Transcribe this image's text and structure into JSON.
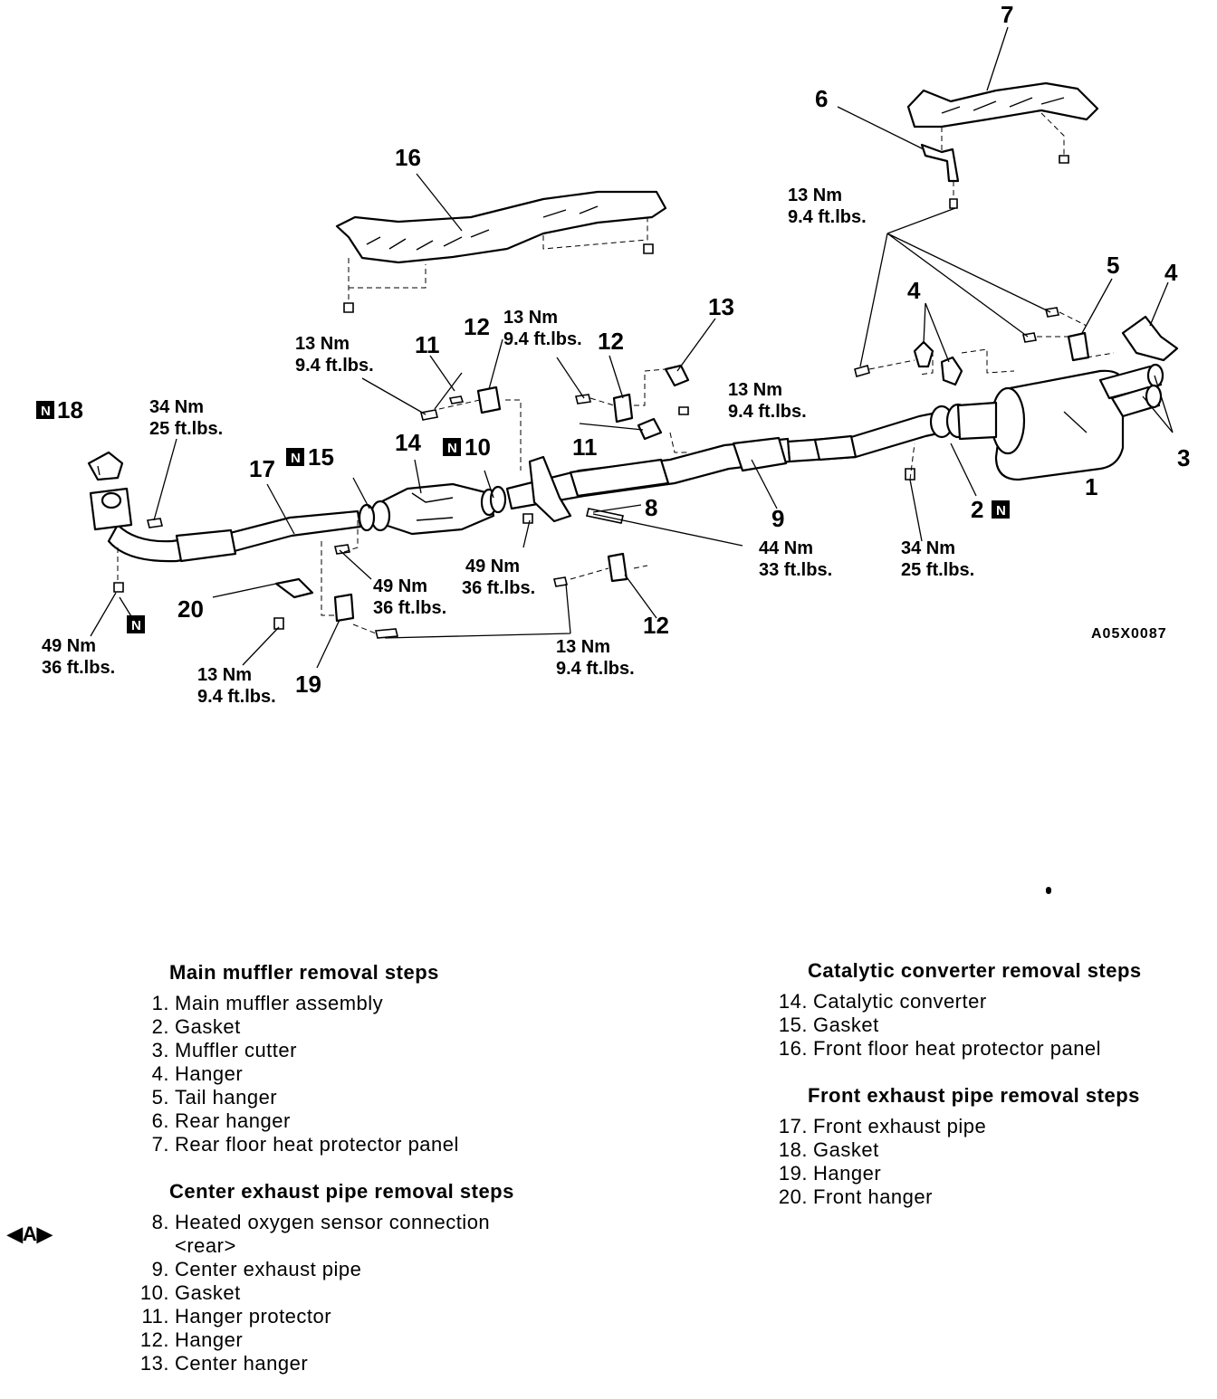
{
  "diagram": {
    "figure_code": "A05X0087",
    "callouts": {
      "c1": "1",
      "c2": "2",
      "c3": "3",
      "c4a": "4",
      "c4b": "4",
      "c5": "5",
      "c6": "6",
      "c7": "7",
      "c8": "8",
      "c9": "9",
      "c10": "10",
      "c11a": "11",
      "c11b": "11",
      "c12a": "12",
      "c12b": "12",
      "c12c": "12",
      "c13": "13",
      "c14": "14",
      "c15": "15",
      "c16": "16",
      "c17": "17",
      "c18": "18",
      "c19": "19",
      "c20": "20"
    },
    "n_mark": "N",
    "torque_13": [
      "13 Nm",
      "9.4 ft.lbs."
    ],
    "torque_34": [
      "34 Nm",
      "25 ft.lbs."
    ],
    "torque_44": [
      "44 Nm",
      "33 ft.lbs."
    ],
    "torque_49": [
      "49 Nm",
      "36 ft.lbs."
    ]
  },
  "steps": {
    "main_muffler": {
      "title": "Main muffler removal steps",
      "items": [
        {
          "n": "1.",
          "t": "Main muffler assembly"
        },
        {
          "n": "2.",
          "t": "Gasket"
        },
        {
          "n": "3.",
          "t": "Muffler cutter"
        },
        {
          "n": "4.",
          "t": "Hanger"
        },
        {
          "n": "5.",
          "t": "Tail hanger"
        },
        {
          "n": "6.",
          "t": "Rear hanger"
        },
        {
          "n": "7.",
          "t": "Rear floor heat protector panel"
        }
      ]
    },
    "center_pipe": {
      "title": "Center exhaust pipe removal steps",
      "marker": "◀A▶",
      "items": [
        {
          "n": "8.",
          "t": "Heated oxygen sensor connection",
          "t2": "<rear>"
        },
        {
          "n": "9.",
          "t": "Center exhaust pipe"
        },
        {
          "n": "10.",
          "t": "Gasket"
        },
        {
          "n": "11.",
          "t": "Hanger protector"
        },
        {
          "n": "12.",
          "t": "Hanger"
        },
        {
          "n": "13.",
          "t": "Center hanger"
        }
      ]
    },
    "catalytic": {
      "title": "Catalytic converter removal steps",
      "items": [
        {
          "n": "14.",
          "t": "Catalytic converter"
        },
        {
          "n": "15.",
          "t": "Gasket"
        },
        {
          "n": "16.",
          "t": "Front floor heat protector panel"
        }
      ]
    },
    "front_pipe": {
      "title": "Front exhaust pipe removal steps",
      "items": [
        {
          "n": "17.",
          "t": "Front exhaust pipe"
        },
        {
          "n": "18.",
          "t": "Gasket"
        },
        {
          "n": "19.",
          "t": "Hanger"
        },
        {
          "n": "20.",
          "t": "Front hanger"
        }
      ]
    }
  }
}
